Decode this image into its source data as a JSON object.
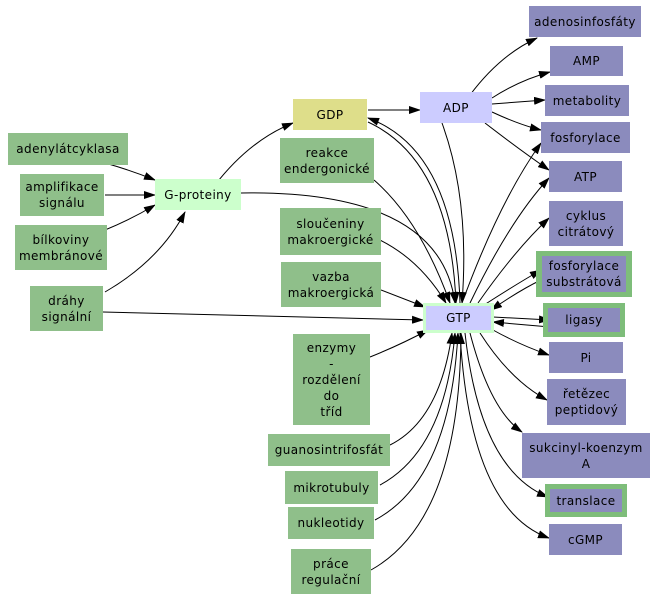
{
  "nodes": {
    "adenylatcyklasa": "adenylátcyklasa",
    "amplifikace": "amplifikace\nsignálu",
    "bilkoviny": "bílkoviny\nmembránové",
    "drahy": "dráhy\nsignální",
    "g_proteiny": "G-proteiny",
    "gdp": "GDP",
    "adp": "ADP",
    "gtp": "GTP",
    "reakce": "reakce\nendergonické",
    "slouceniny": "sloučeniny\nmakroergické",
    "vazba": "vazba\nmakroergická",
    "enzymy": "enzymy\n-\nrozdělení\ndo\ntříd",
    "guanosintrifosfat": "guanosintrifosfát",
    "mikrotubuly": "mikrotubuly",
    "nukleotidy": "nukleotidy",
    "prace": "práce\nregulační",
    "adenosinfosfaty": "adenosinfosfáty",
    "amp": "AMP",
    "metabolity": "metabolity",
    "fosforylace": "fosforylace",
    "atp": "ATP",
    "cyklus": "cyklus\ncitrátový",
    "fosforylace_substratova": "fosforylace\nsubstrátová",
    "ligasy": "ligasy",
    "pi": "Pi",
    "retezec": "řetězec\npeptidový",
    "sukcinyl": "sukcinyl-koenzym\nA",
    "translace": "translace",
    "cgmp": "cGMP"
  },
  "colors": {
    "green": "#8fbf8a",
    "purple": "#8b8bbd",
    "light_green": "#ccffcc",
    "yellow": "#dede8a",
    "light_blue": "#ccccff"
  }
}
